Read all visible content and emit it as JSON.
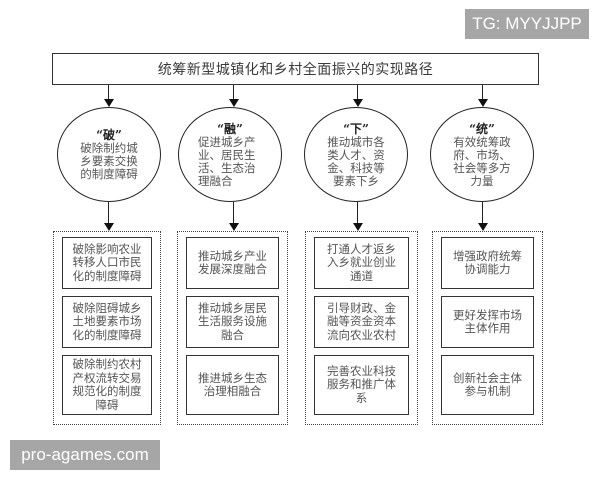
{
  "title": "统筹新型城镇化和乡村全面振兴的实现路径",
  "columns": [
    {
      "key": "“破”",
      "desc": "破除制约城乡要素交换的制度障碍",
      "items": [
        "破除影响农业转移人口市民化的制度障碍",
        "破除阻碍城乡土地要素市场化的制度障碍",
        "破除制约农村产权流转交易规范化的制度障碍"
      ]
    },
    {
      "key": "“融”",
      "desc": "促进城乡产业、居民生活、生态治理融合",
      "items": [
        "推动城乡产业发展深度融合",
        "推动城乡居民生活服务设施融合",
        "推进城乡生态治理相融合"
      ]
    },
    {
      "key": "“下”",
      "desc": "推动城市各类人才、资金、科技等要素下乡",
      "items": [
        "打通人才返乡入乡就业创业通道",
        "引导财政、金融等资金资本流向农业农村",
        "完善农业科技服务和推广体系"
      ]
    },
    {
      "key": "“统”",
      "desc": "有效统筹政府、市场、社会等多方力量",
      "items": [
        "增强政府统筹协调能力",
        "更好发挥市场主体作用",
        "创新社会主体参与机制"
      ]
    }
  ],
  "watermarks": {
    "top_right": "TG: MYYJJPP",
    "bottom_left": "pro-agames.com"
  },
  "colors": {
    "watermark_bg": "#a6a6a6",
    "line": "#222222"
  }
}
